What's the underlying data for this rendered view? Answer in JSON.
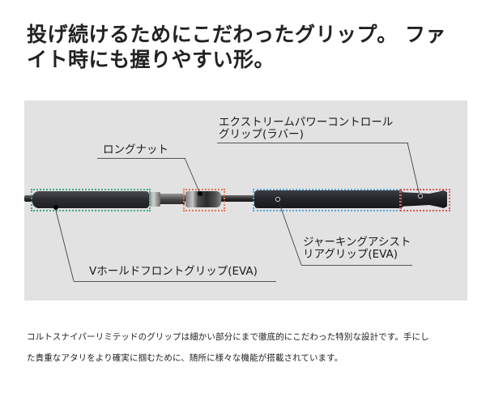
{
  "headline": {
    "line1": "投げ続けるためにこだわったグリップ。 ファ",
    "line2": "イト時にも握りやすい形。"
  },
  "diagram": {
    "background": "#e2e2e2",
    "callouts": [
      {
        "id": "long-nut",
        "lines": [
          "ロングナット"
        ],
        "box_color": "#e07a55"
      },
      {
        "id": "extreme-power-control-grip",
        "lines": [
          "エクストリームパワーコントロール",
          "グリップ(ラバー)"
        ],
        "box_color": "#d9555a"
      },
      {
        "id": "jerking-assist-rear-grip",
        "lines": [
          "ジャーキングアシスト",
          "リアグリップ(EVA)"
        ],
        "box_color": "#4fa8d8"
      },
      {
        "id": "v-hold-front-grip",
        "lines": [
          "Vホールドフロントグリップ(EVA)"
        ],
        "box_color": "#3cab7b"
      }
    ]
  },
  "description": {
    "line1": "コルトスナイパーリミテッドのグリップは細かい部分にまで徹底的にこだわった特別な設計です。手にし",
    "line2": "た貴重なアタリをより確実に掴むために、随所に様々な機能が搭載されています。"
  }
}
